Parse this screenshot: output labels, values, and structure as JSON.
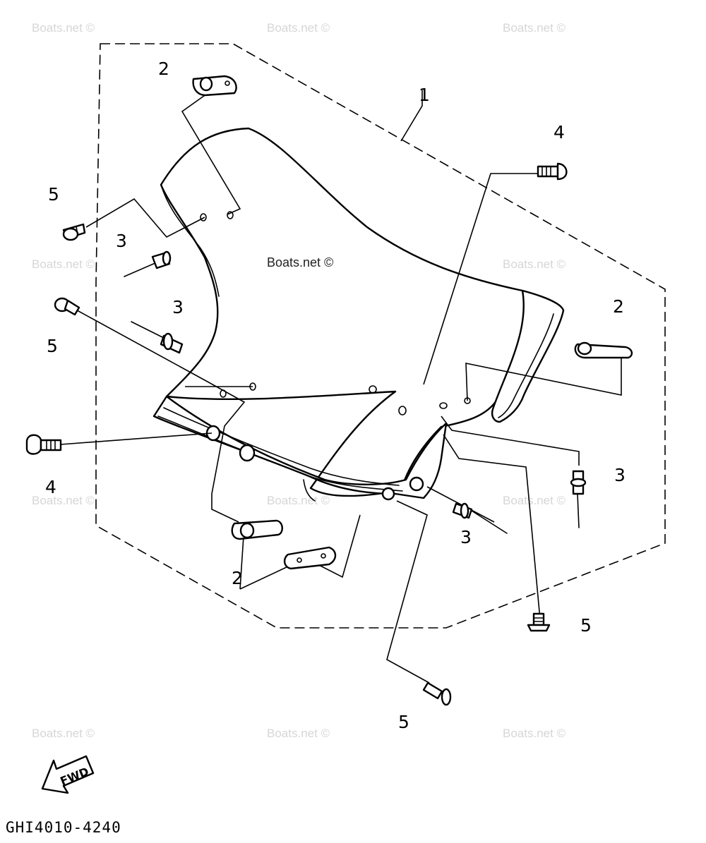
{
  "watermark": "Boats.net ©",
  "diagram_code": "GHI4010-4240",
  "fwd_label": "FWD",
  "callouts": {
    "part1": "1",
    "part2_top": "2",
    "part2_right": "2",
    "part2_bottom": "2",
    "part3_left_upper": "3",
    "part3_left_mid": "3",
    "part3_right": "3",
    "part3_bottom": "3",
    "part4_top_right": "4",
    "part4_left": "4",
    "part5_left_upper": "5",
    "part5_left_mid": "5",
    "part5_right": "5",
    "part5_bottom": "5"
  }
}
